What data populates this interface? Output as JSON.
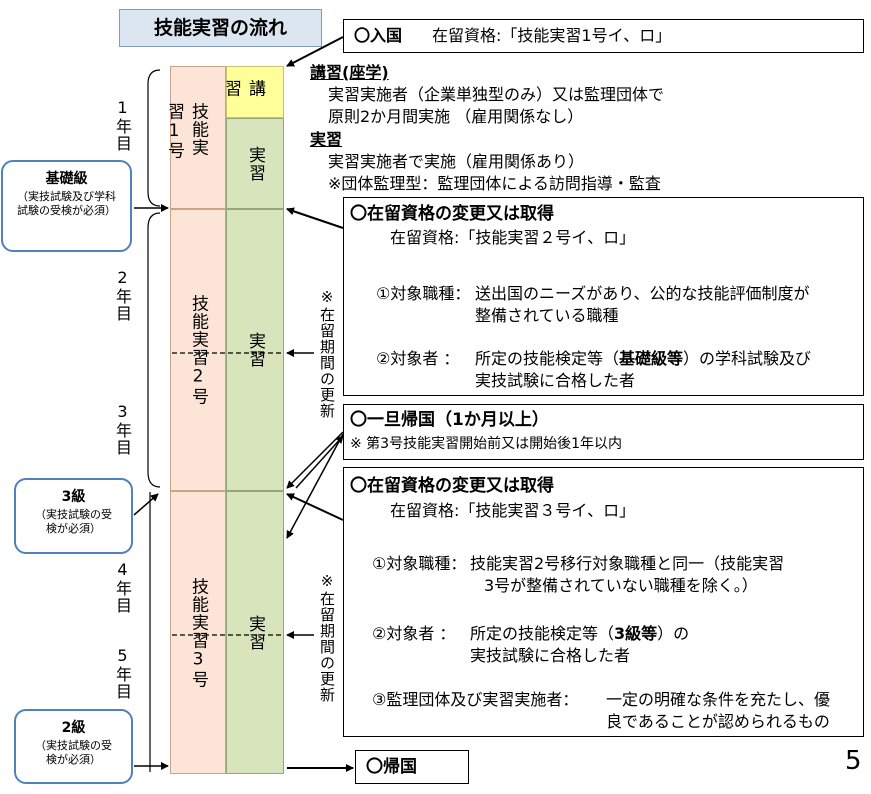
{
  "title": "技能実習の流れ",
  "page_number": "5",
  "columns": {
    "col1_a": "技能実習1号",
    "lecture": "講習",
    "practice_1": "実習",
    "col1_b": "技能実習2号",
    "practice_2": "実習",
    "col1_c": "技能実習3号",
    "practice_3": "実習"
  },
  "years": [
    "1年目",
    "2年目",
    "3年目",
    "4年目",
    "5年目"
  ],
  "grades": [
    {
      "title": "基礎級",
      "note": "（実技試験及び学科試験の受検が必須）"
    },
    {
      "title": "3級",
      "note": "（実技試験の受検が必須）"
    },
    {
      "title": "2級",
      "note": "（実技試験の受検が必須）"
    }
  ],
  "renewal_note": "※在留期間の更新",
  "entry": {
    "head": "〇入国",
    "body": "在留資格:「技能実習1号イ、ロ」"
  },
  "lecture_block": {
    "lecture_head": "講習(座学)",
    "lecture_line1": "実習実施者（企業単独型のみ）又は監理団体で",
    "lecture_line2": "原則2か月間実施 （雇用関係なし）",
    "practice_head": "実習",
    "practice_line1": "実習実施者で実施（雇用関係あり）",
    "practice_line2": "※団体監理型：監理団体による訪問指導・監査"
  },
  "change1": {
    "head": "〇在留資格の変更又は取得",
    "status": "在留資格:「技能実習２号イ、ロ」",
    "item1_label": "①対象職種：",
    "item1_line1": "送出国のニーズがあり、公的な技能評価制度が",
    "item1_line2": "整備されている職種",
    "item2_label": "②対象者 ：",
    "item2_pre": "所定の技能検定等（",
    "item2_bold": "基礎級等",
    "item2_post": "）の学科試験及び",
    "item2_line2": "実技試験に合格した者"
  },
  "return_temp": {
    "head": "〇一旦帰国（1か月以上）",
    "note": "※ 第3号技能実習開始前又は開始後1年以内"
  },
  "change2": {
    "head": "〇在留資格の変更又は取得",
    "status": "在留資格:「技能実習３号イ、ロ」",
    "item1_label": "①対象職種：",
    "item1_line1": "技能実習2号移行対象職種と同一（技能実習",
    "item1_line2": "3号が整備されていない職種を除く。）",
    "item2_label": "②対象者 ：",
    "item2_pre": "所定の技能検定等（",
    "item2_bold": "3級等",
    "item2_post": "）の",
    "item2_line2": "実技試験に合格した者",
    "item3_label": "③監理団体及び実習実施者：",
    "item3_line1": "一定の明確な条件を充たし、優",
    "item3_line2": "良であることが認められるもの"
  },
  "return_final": "〇帰国"
}
